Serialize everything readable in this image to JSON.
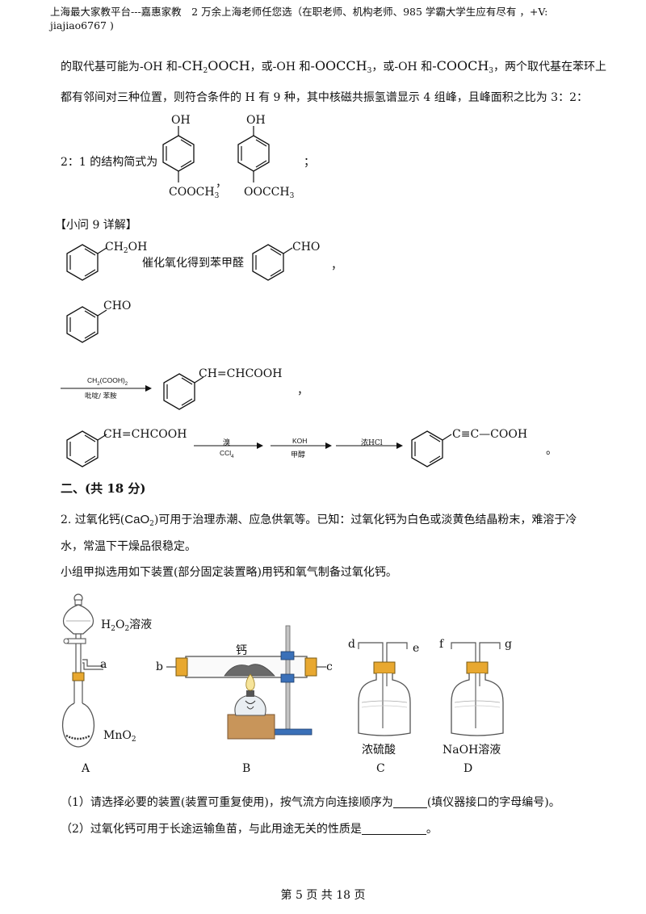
{
  "header": {
    "line1": "上海最大家教平台---嘉惠家教　2 万余上海老师任您选（在职老师、机构老师、985 学霸大学生应有尽有 ，+V:",
    "line2": "jiajiao6767 )"
  },
  "para1": {
    "a": "的取代基可能为-OH 和",
    "b": "-CH",
    "b_sub": "2",
    "c": "OOCH",
    "d": "，或-OH 和",
    "e": "-OOCCH",
    "e_sub": "3",
    "f": "，或-OH 和",
    "g": "-COOCH",
    "g_sub": "3",
    "h": "，两个取代基在苯环上"
  },
  "para2": "都有邻间对三种位置，则符合条件的 H 有 9 种，其中核磁共振氢谱显示 4 组峰，且峰面积之比为 3：2：",
  "para3": "2：1 的结构简式为",
  "struct1": {
    "top": "OH",
    "bottom": "COOCH",
    "bottom_sub": "3"
  },
  "struct2": {
    "top": "OH",
    "bottom": "OOCCH",
    "bottom_sub": "3"
  },
  "comma1": "，",
  "semicolon": "；",
  "q9_title": "【小问 9 详解】",
  "syn1": {
    "sub1": "CH",
    "sub1_sub": "2",
    "sub1_b": "OH",
    "text": "催化氧化得到苯甲醛",
    "sub2": "CHO",
    "end": "，"
  },
  "syn2": {
    "sub": "CHO"
  },
  "syn3": {
    "reagent_top": "CH",
    "reagent_top_sub": "2",
    "reagent_top_b": "(COOH)",
    "reagent_top_sub2": "2",
    "reagent_bottom": "吡啶/ 苯胺",
    "product": "CH=CHCOOH",
    "end": "，"
  },
  "syn4": {
    "start": "CH=CHCOOH",
    "r1_top": "溴",
    "r1_bottom": "CCl",
    "r1_bottom_sub": "4",
    "r2_top": "KOH",
    "r2_bottom": "甲醇",
    "r3_top": "浓HCl",
    "product": "C≡C—COOH",
    "end": "。"
  },
  "section2": "二、(共 18 分)",
  "q2": {
    "a": "2. 过氧化钙(",
    "formula": "CaO",
    "formula_sub": "2",
    "b": ")可用于治理赤潮、应急供氧等。已知：过氧化钙为白色或淡黄色结晶粉末，难溶于冷",
    "line2": "水，常温下干燥品很稳定。",
    "line3": "小组甲拟选用如下装置(部分固定装置略)用钙和氧气制备过氧化钙。"
  },
  "apparatus": {
    "h2o2": "H",
    "h2o2_sub": "2",
    "h2o2_b": "O",
    "h2o2_sub2": "2",
    "h2o2_c": "溶液",
    "a": "a",
    "mno2": "MnO",
    "mno2_sub": "2",
    "b": "b",
    "calcium": "钙",
    "c": "c",
    "d": "d",
    "e": "e",
    "f": "f",
    "g": "g",
    "acid": "浓硫酸",
    "naoh": "NaOH溶液",
    "label_A": "A",
    "label_B": "B",
    "label_C": "C",
    "label_D": "D"
  },
  "sub1": {
    "text": "（1）请选择必要的装置(装置可重复使用)，按气流方向连接顺序为",
    "after": "(填仪器接口的字母编号)。"
  },
  "sub2": {
    "text": "（2）过氧化钙可用于长途运输鱼苗，与此用途无关的性质是",
    "after": "。"
  },
  "footer": "第 5 页 共 18 页",
  "colors": {
    "brass": "#e8a830",
    "glass": "#555555",
    "stand": "#3a70b8",
    "wood": "#c8955a"
  }
}
